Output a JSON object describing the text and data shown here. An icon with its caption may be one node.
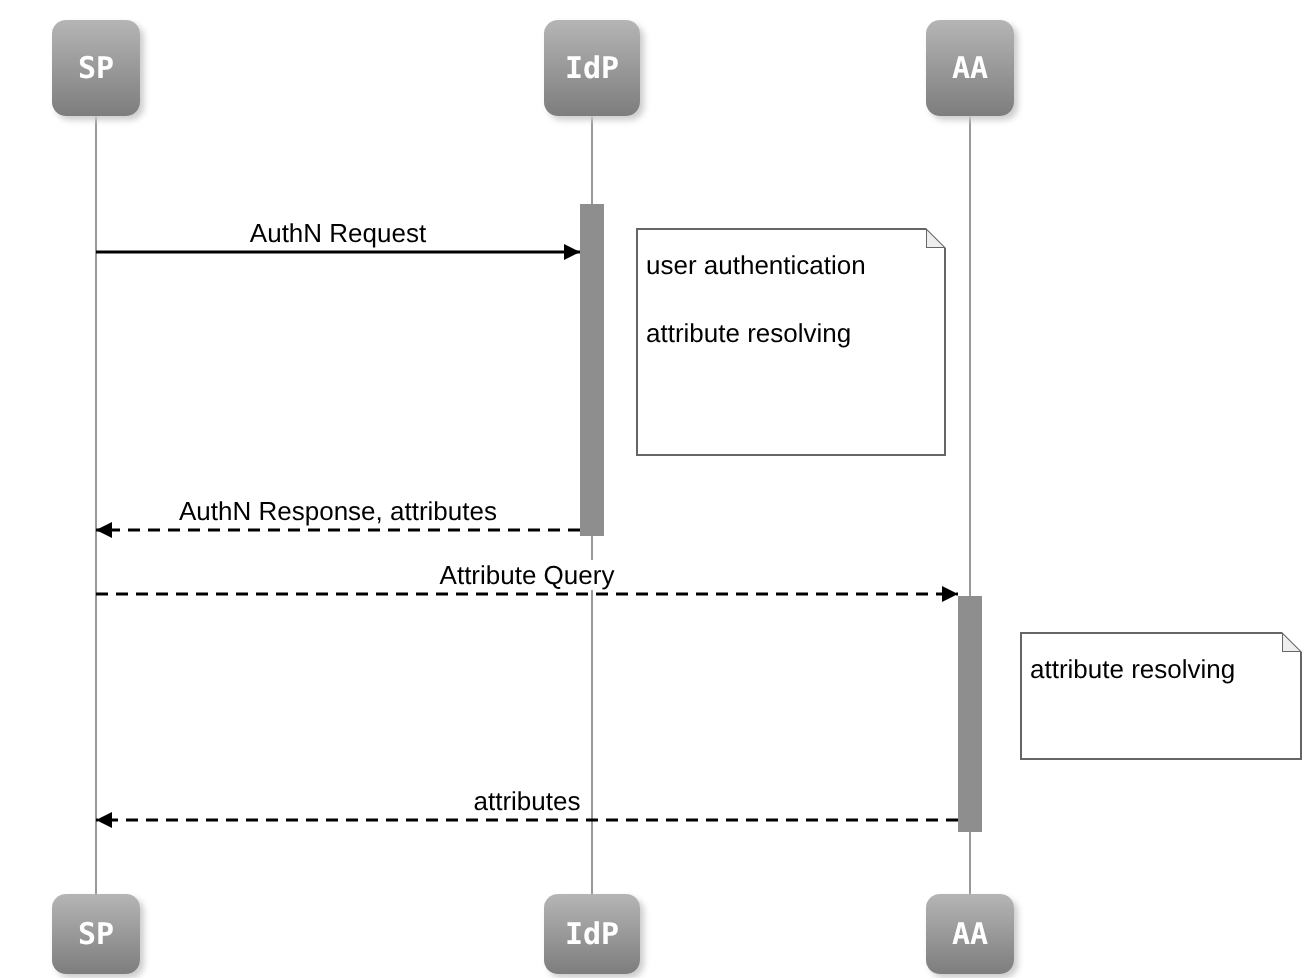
{
  "diagram": {
    "nodes": [
      {
        "text": [
          "SP"
        ]
      },
      {
        "text": [
          "IdP"
        ]
      },
      {
        "text": [
          "AA"
        ]
      },
      {
        "text": [],
        "shape": "bar"
      },
      {
        "text": [
          "user authentication",
          "attribute resolving"
        ]
      },
      {
        "text": [],
        "shape": "bar"
      },
      {
        "text": [
          "attribute resolving"
        ]
      },
      {
        "text": [
          "SP"
        ]
      },
      {
        "text": [
          "IdP"
        ]
      },
      {
        "text": [
          "AA"
        ]
      }
    ],
    "edges": [
      {
        "from": 0,
        "to": 7,
        "arrow": "none",
        "color": "#999999"
      },
      {
        "from": 1,
        "to": 3,
        "arrow": "none",
        "color": "#999999"
      },
      {
        "from": 3,
        "to": 8,
        "arrow": "none",
        "color": "#999999"
      },
      {
        "from": 2,
        "to": 5,
        "arrow": "none",
        "color": "#999999"
      },
      {
        "from": 5,
        "to": 9,
        "arrow": "none",
        "color": "#999999"
      },
      {
        "from": null,
        "to": 3,
        "arrow": "to",
        "label": "AuthN Request",
        "color": "#000000"
      },
      {
        "from": 3,
        "to": null,
        "arrow": "to",
        "label": "AuthN Response, attributes",
        "style": "dashed",
        "color": "#000000"
      },
      {
        "from": null,
        "to": 5,
        "arrow": "to",
        "label": "Attribute Query",
        "style": "dashed",
        "color": "#000000"
      },
      {
        "from": 5,
        "to": null,
        "arrow": "to",
        "label": "attributes",
        "style": "dashed",
        "color": "#000000"
      }
    ]
  }
}
